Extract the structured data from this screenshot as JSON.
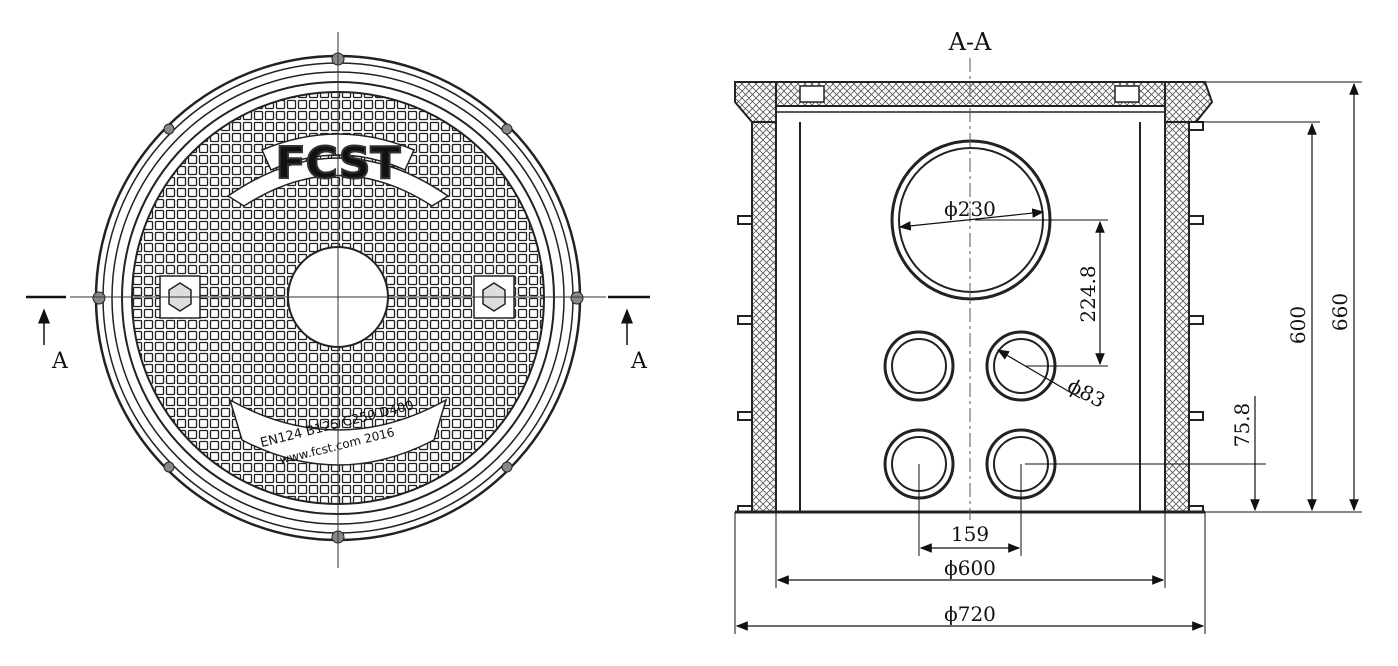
{
  "plan_view": {
    "cover_brand": "FCST",
    "cover_text_line1": "EN124 B125 C250 D400",
    "cover_text_line2": "www.fcst.com 2016",
    "section_mark_left": "A",
    "section_mark_right": "A"
  },
  "section_view": {
    "title": "A-A",
    "dimensions": {
      "large_hole_dia": "ϕ230",
      "vertical_spacing": "224.8",
      "small_hole_dia": "ϕ83",
      "bottom_offset": "75.8",
      "hole_spacing": "159",
      "inner_dia": "ϕ600",
      "outer_dia": "ϕ720",
      "height_body": "600",
      "height_total": "660"
    }
  },
  "colors": {
    "line": "#1a1a1a",
    "hatch": "#555555",
    "background": "#ffffff"
  }
}
